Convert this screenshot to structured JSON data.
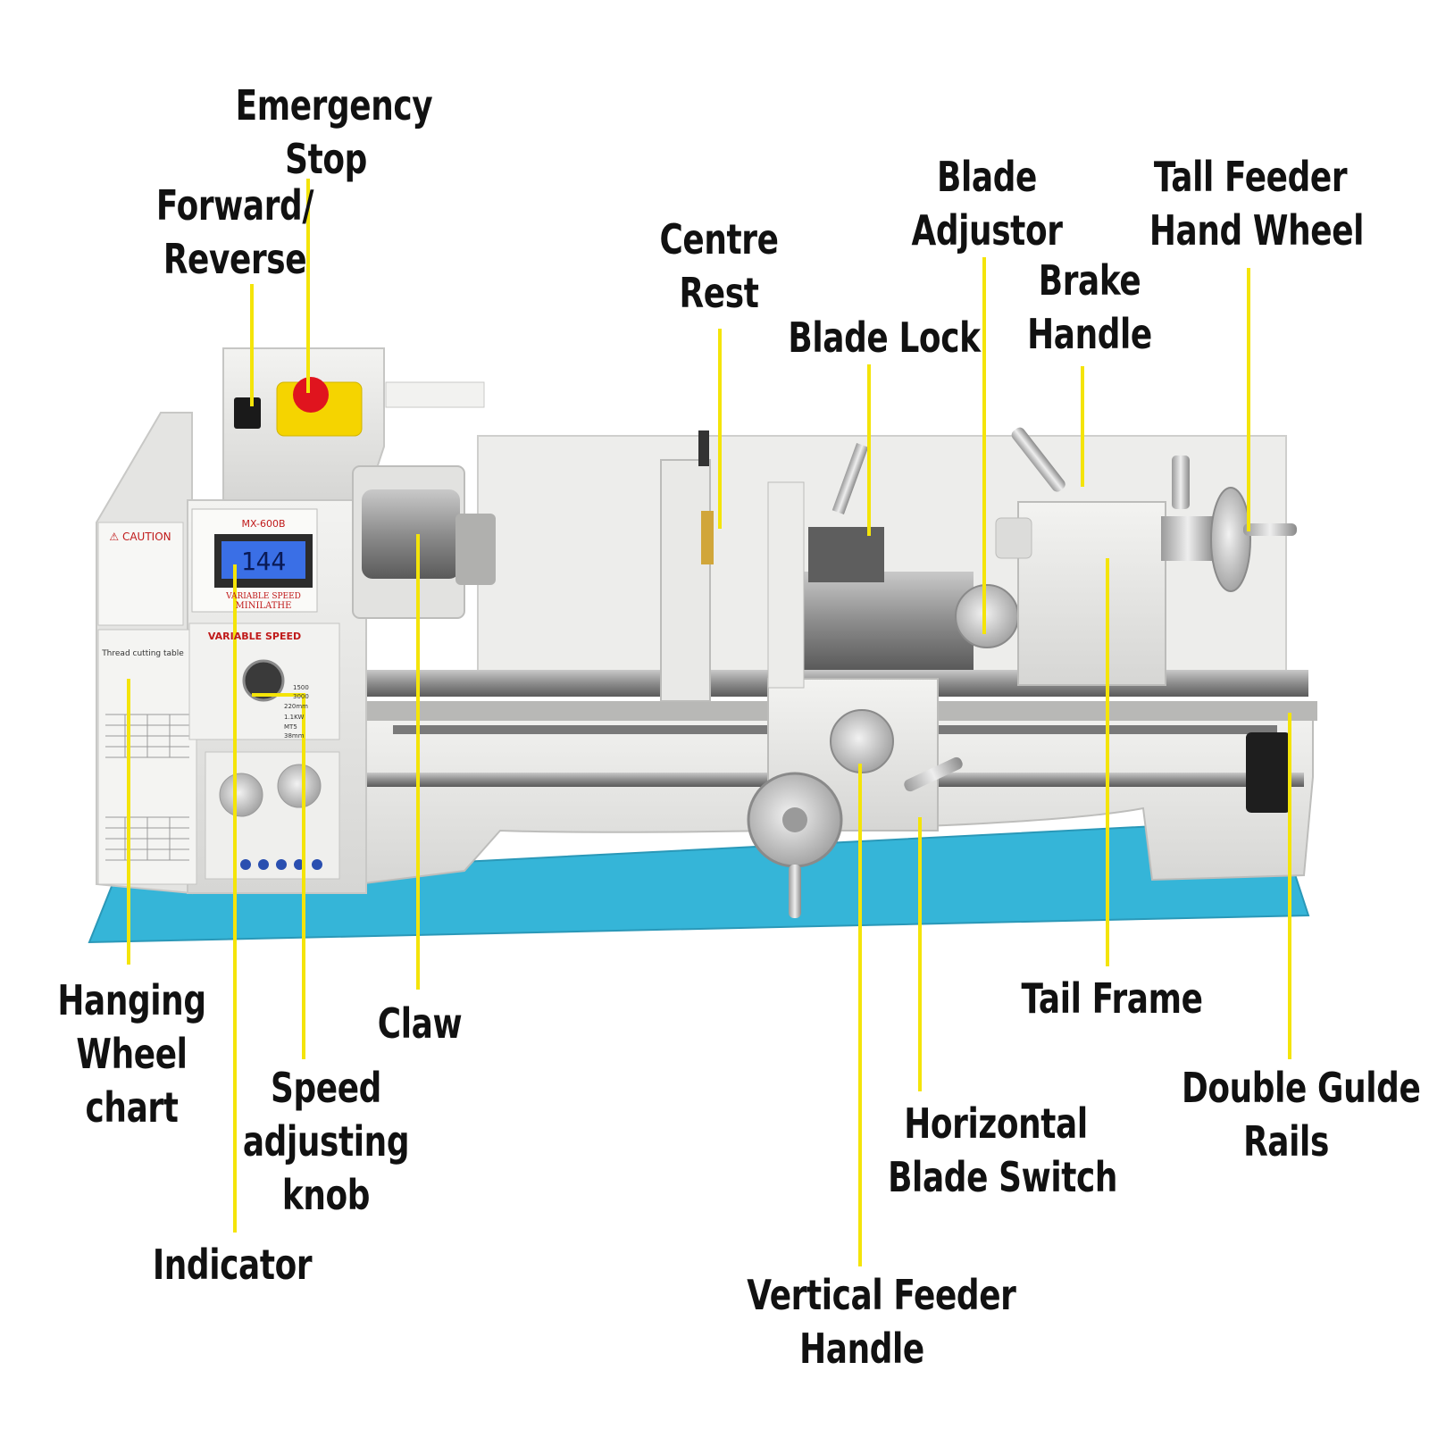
{
  "labels": {
    "emergency_stop": [
      "Emergency",
      "Stop"
    ],
    "forward_reverse": [
      "Forward/",
      "Reverse"
    ],
    "centre_rest": [
      "Centre",
      "Rest"
    ],
    "blade_adjustor": [
      "Blade",
      "Adjustor"
    ],
    "tall_feeder_hand_wheel": [
      "Tall Feeder",
      "Hand Wheel"
    ],
    "blade_lock": [
      "Blade Lock"
    ],
    "brake_handle": [
      "Brake",
      "Handle"
    ],
    "hanging_wheel_chart": [
      "Hanging",
      "Wheel",
      "chart"
    ],
    "claw": [
      "Claw"
    ],
    "speed_adjusting_knob": [
      "Speed",
      "adjusting",
      "knob"
    ],
    "indicator": [
      "Indicator"
    ],
    "tail_frame": [
      "Tail Frame"
    ],
    "double_guide_rails": [
      "Double Gulde",
      "Rails"
    ],
    "horizontal_blade_switch": [
      "Horizontal",
      "Blade Switch"
    ],
    "vertical_feeder_handle": [
      "Vertical Feeder",
      "Handle"
    ]
  },
  "machine": {
    "model": "MX-600B",
    "caution": "⚠ CAUTION",
    "display_value": "144",
    "variable_speed": "VARIABLE SPEED",
    "badge_line1": "VARIABLE SPEED",
    "badge_line2": "MINILATHE",
    "thread_table": "Thread cutting table",
    "speed_spec1": "1500",
    "speed_spec2": "3000",
    "speed_spec3": "220mm",
    "speed_spec4": "1.1KW",
    "speed_spec5": "MT5",
    "speed_spec6": "38mm"
  },
  "colors": {
    "leader_line": "#f4e409",
    "base_plate": "#35b5d8",
    "machine_body": "#e8e8e6",
    "emergency_button": "#e0141e",
    "switch_housing": "#f5d400",
    "lcd_screen": "#3a6fe6"
  }
}
